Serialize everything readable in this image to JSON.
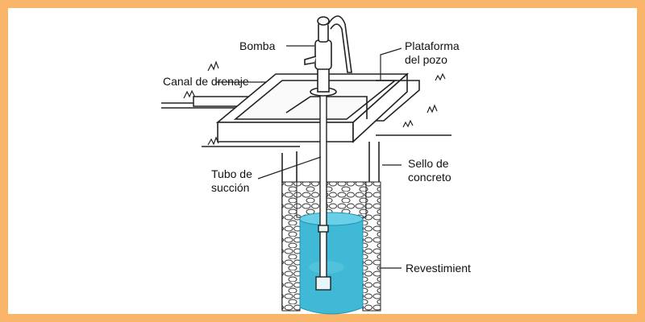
{
  "colors": {
    "border": "#f9b56a",
    "water": "#3fb9d6",
    "water_dark": "#1f93b3",
    "ink": "#222222"
  },
  "labels": {
    "pump": "Bomba",
    "platform": [
      "Plataforma",
      "del pozo"
    ],
    "drain": "Canal de drenaje",
    "seal": [
      "Sello de",
      "concreto"
    ],
    "suction_tube": [
      "Tubo de",
      "succión"
    ],
    "lining": "Revestimient"
  }
}
